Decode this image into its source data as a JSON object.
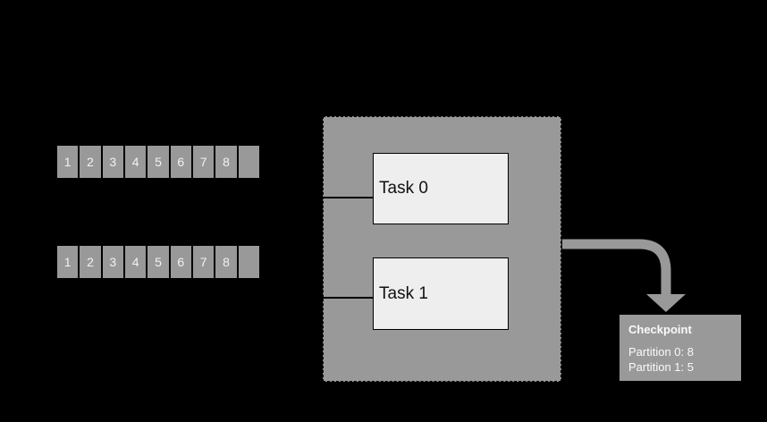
{
  "palette": {
    "background": "#000000",
    "shape_gray": "#999999",
    "task_fill": "#eeeeee",
    "line_color": "#000000",
    "light_text": "#f2f2f2",
    "dark_text": "#111111"
  },
  "partitions": [
    {
      "cells": [
        "1",
        "2",
        "3",
        "4",
        "5",
        "6",
        "7",
        "8",
        ""
      ]
    },
    {
      "cells": [
        "1",
        "2",
        "3",
        "4",
        "5",
        "6",
        "7",
        "8",
        ""
      ]
    }
  ],
  "container": {
    "tasks": [
      {
        "label": "Task 0"
      },
      {
        "label": "Task 1"
      }
    ]
  },
  "checkpoint": {
    "title": "Checkpoint",
    "entries": [
      "Partition 0: 8",
      "Partition 1: 5"
    ]
  }
}
